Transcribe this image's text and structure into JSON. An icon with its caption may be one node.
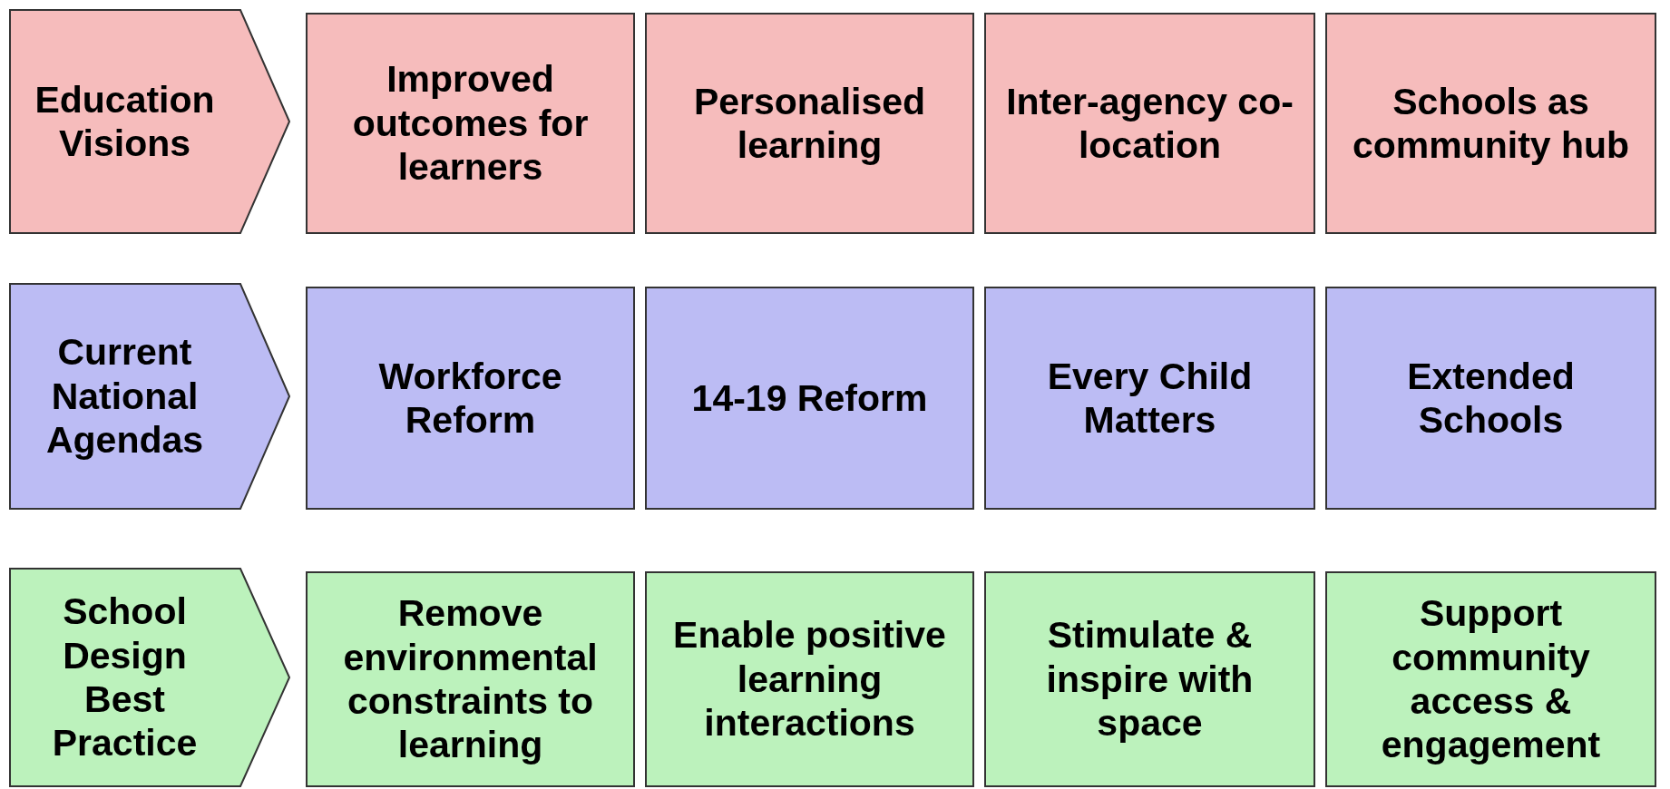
{
  "diagram": {
    "nodes": [
      {
        "text": [
          "Education Visions"
        ]
      },
      {
        "text": [
          "Improved outcomes for learners"
        ]
      },
      {
        "text": [
          "Personalised learning"
        ]
      },
      {
        "text": [
          "Inter-agency co-location"
        ]
      },
      {
        "text": [
          "Schools as community hub"
        ]
      },
      {
        "text": [
          "Current National Agendas"
        ]
      },
      {
        "text": [
          "Workforce Reform"
        ]
      },
      {
        "text": [
          "14-19 Reform"
        ]
      },
      {
        "text": [
          "Every Child Matters"
        ]
      },
      {
        "text": [
          "Extended Schools"
        ]
      },
      {
        "text": [
          "School Design Best Practice"
        ]
      },
      {
        "text": [
          "Remove environmental constraints to learning"
        ]
      },
      {
        "text": [
          "Enable positive learning interactions"
        ]
      },
      {
        "text": [
          "Stimulate & inspire with space"
        ]
      },
      {
        "text": [
          "Support community access & engagement"
        ]
      }
    ]
  }
}
